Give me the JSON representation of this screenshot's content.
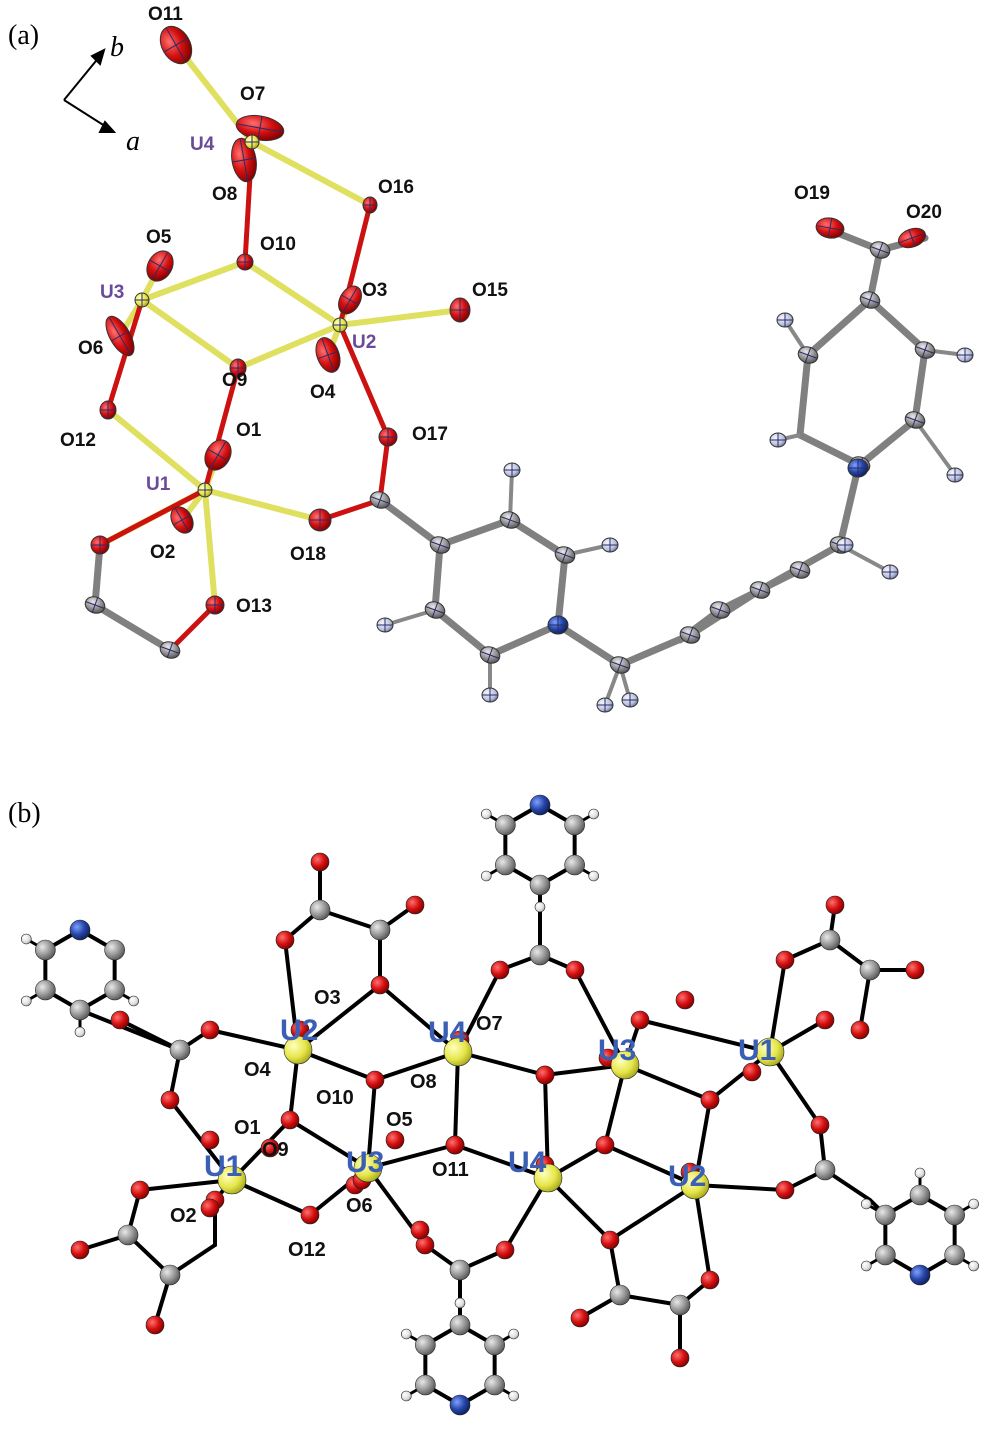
{
  "panels": {
    "a": {
      "label": "(a)"
    },
    "b": {
      "label": "(b)"
    }
  },
  "axes": {
    "b": "b",
    "a": "a"
  },
  "colors": {
    "uranium": "#e8e85a",
    "oxygen": "#cc1010",
    "carbon": "#8a8a8a",
    "nitrogen": "#1f3f9a",
    "hydrogen": "#eeeeee",
    "bond_u_o": "#e0e060",
    "bond_red": "#cc1111",
    "bond_grey": "#808080",
    "bond_black": "#000000"
  },
  "labels_a": {
    "u": [
      "U1",
      "U2",
      "U3",
      "U4"
    ],
    "o": [
      "O1",
      "O2",
      "O3",
      "O4",
      "O5",
      "O6",
      "O7",
      "O8",
      "O9",
      "O10",
      "O11",
      "O12",
      "O13",
      "O15",
      "O16",
      "O17",
      "O18",
      "O19",
      "O20"
    ]
  },
  "labels_b": {
    "u": [
      "U1",
      "U2",
      "U3",
      "U4",
      "U4",
      "U3",
      "U2",
      "U1"
    ],
    "o": [
      "O3",
      "O4",
      "O7",
      "O8",
      "O10",
      "O5",
      "O1",
      "O9",
      "O11",
      "O2",
      "O6",
      "O12"
    ]
  }
}
